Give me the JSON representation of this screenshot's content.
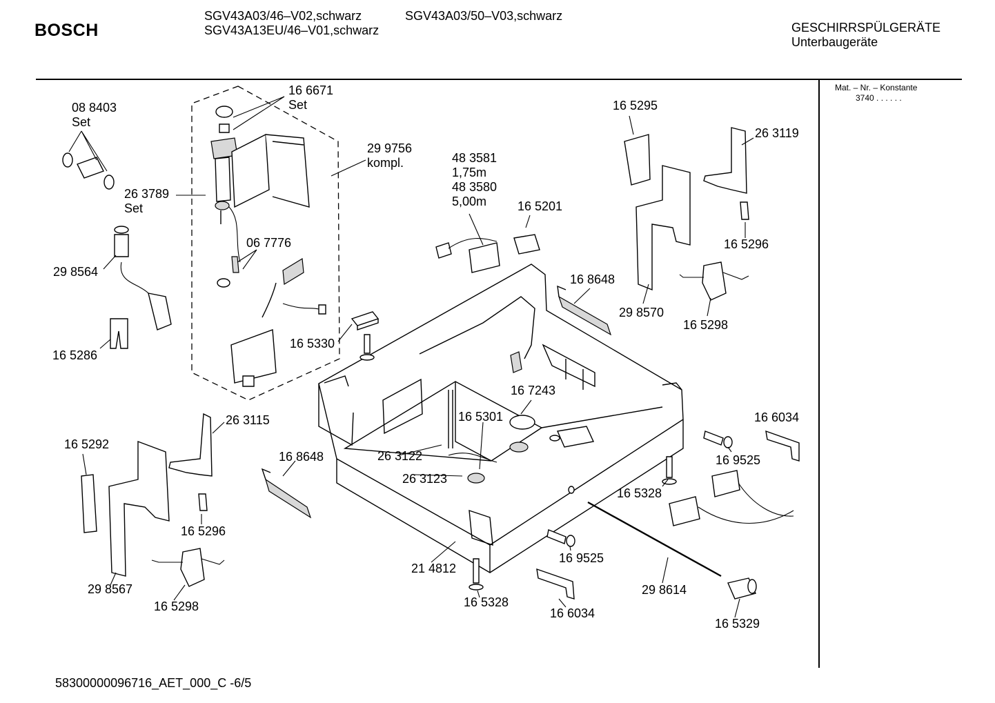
{
  "header": {
    "brand": "BOSCH",
    "models_col1": [
      "SGV43A03/46–V02,schwarz",
      "SGV43A13EU/46–V01,schwarz"
    ],
    "models_col2": [
      "SGV43A03/50–V03,schwarz"
    ],
    "category": "GESCHIRRSPÜLGERÄTE",
    "subcategory": "Unterbaugeräte"
  },
  "side_panel": {
    "heading": "Mat. – Nr. – Konstante",
    "value": "3740  .  .  .  .  .  ."
  },
  "parts": {
    "p088403": [
      "08 8403",
      "Set"
    ],
    "p166671": [
      "16 6671",
      "Set"
    ],
    "p299756": [
      "29 9756",
      "kompl."
    ],
    "p263789": [
      "26 3789",
      "Set"
    ],
    "p298564": "29 8564",
    "p067776": "06 7776",
    "p165286": "16 5286",
    "p483581": [
      "48 3581",
      "1,75m",
      "48 3580",
      "5,00m"
    ],
    "p165201": "16 5201",
    "p165295": "16 5295",
    "p263119": "26 3119",
    "p165296a": "16 5296",
    "p168648a": "16 8648",
    "p298570": "29 8570",
    "p165298a": "16 5298",
    "p165330": "16 5330",
    "p167243": "16 7243",
    "p165301": "16 5301",
    "p263115": "26 3115",
    "p165292": "16 5292",
    "p168648b": "16 8648",
    "p263122": "26 3122",
    "p263123": "26 3123",
    "p166034a": "16 6034",
    "p169525a": "16 9525",
    "p165328a": "16 5328",
    "p165296b": "16 5296",
    "p298567": "29 8567",
    "p165298b": "16 5298",
    "p214812": "21 4812",
    "p165328b": "16 5328",
    "p169525b": "16 9525",
    "p166034b": "16 6034",
    "p298614": "29 8614",
    "p165329": "16 5329"
  },
  "footer": {
    "document_code": "58300000096716_AET_000_C -6/5"
  }
}
